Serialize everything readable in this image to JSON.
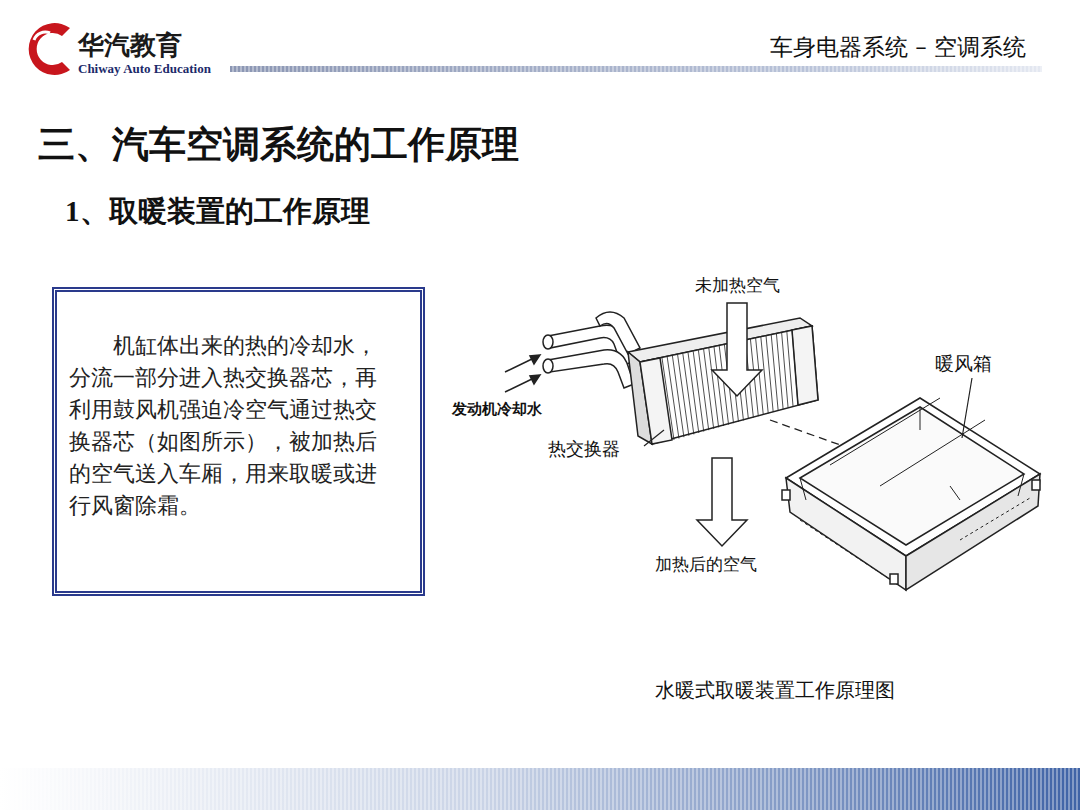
{
  "diagram": {
    "title": "三、汽车空调系统的工作原理",
    "caption": "水暖式取暖装置工作原理图",
    "nodes": [
      {
        "text": [
          "机缸体出来的热的冷却水，分流一部分进入热交换器芯，再利用鼓风机强迫冷空气通过热交换器芯（如图所示），被加热后的空气送入车厢，用来取暖或进行风窗除霜。"
        ]
      }
    ],
    "edges": [],
    "labels": [
      "华汽教育",
      "Chiway Auto Education",
      "车身电器系统 – 空调系统",
      "1、取暖装置的工作原理",
      "未加热空气",
      "暖风箱",
      "发动机冷却水",
      "热交换器",
      "加热后的空气"
    ]
  }
}
